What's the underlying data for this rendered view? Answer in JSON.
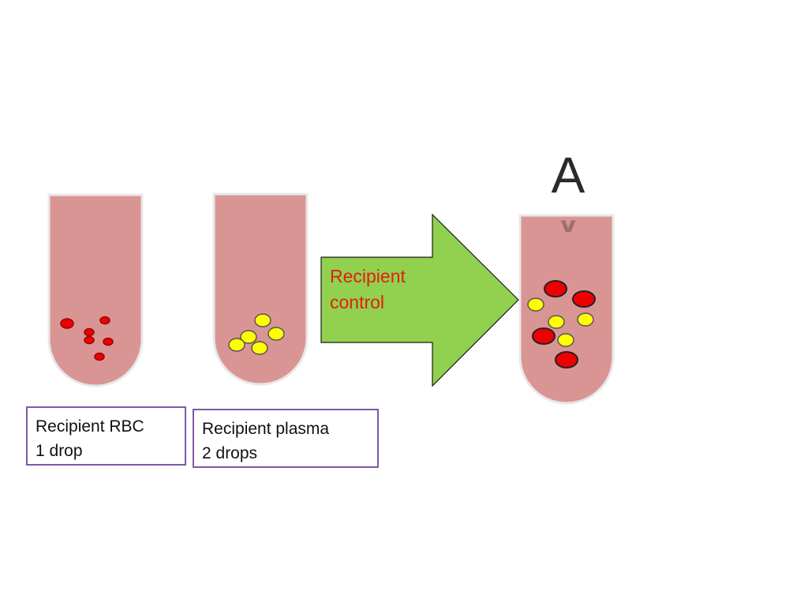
{
  "colors": {
    "tube_fill": "#d99594",
    "tube_stroke": "#e6e6e6",
    "rbc": "#ee0000",
    "plasma_cell": "#ffff00",
    "arrow_fill": "#92d050",
    "label_border": "#7b5aa6",
    "arrow_text": "#e0200c"
  },
  "tubes": {
    "rbc_tube": {
      "contents": "red cells"
    },
    "plasma_tube": {
      "contents": "yellow cells"
    },
    "result_tube": {
      "contents": "red and yellow cells"
    }
  },
  "labels": {
    "rbc_box": {
      "line1": "Recipient RBC",
      "line2": "1 drop"
    },
    "plasma_box": {
      "line1": "Recipient plasma",
      "line2": "2 drops"
    }
  },
  "arrow": {
    "line1": "Recipient",
    "line2": "control"
  },
  "result_letter": "A"
}
